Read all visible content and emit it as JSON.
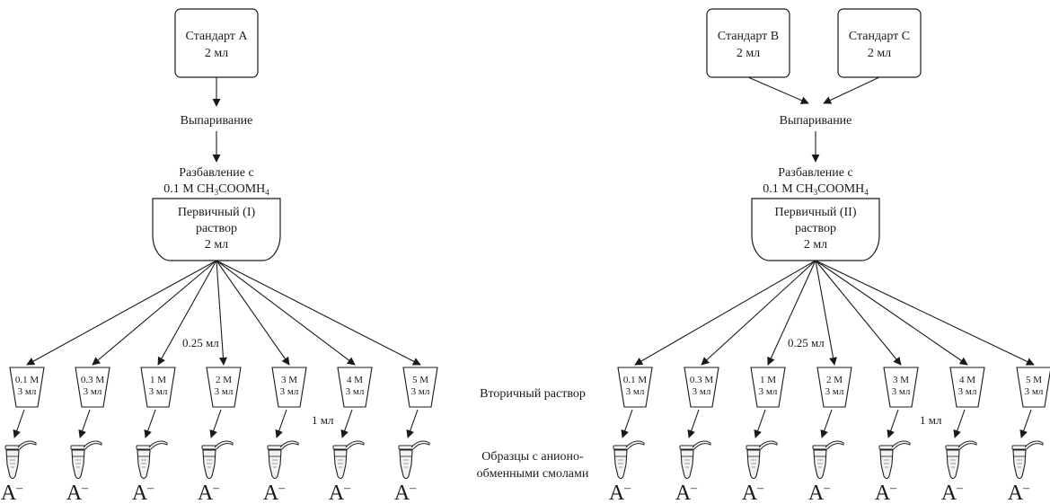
{
  "left": {
    "standards": [
      {
        "name": "Стандарт А",
        "volume": "2 мл"
      }
    ],
    "evaporation": "Выпаривание",
    "dilution": {
      "line1": "Разбавление с",
      "line2_prefix": "0.1 М CH",
      "sub1": "3",
      "line2_mid": "COOMH",
      "sub2": "4"
    },
    "primary": {
      "line1": "Первичный (I)",
      "line2": "раствор",
      "line3": "2 мл"
    },
    "transfer_label": "0.25 мл",
    "aliquot_label": "1 мл",
    "vials": [
      {
        "conc": "0.1 М",
        "volume": "3 мл"
      },
      {
        "conc": "0.3 М",
        "volume": "3 мл"
      },
      {
        "conc": "1 М",
        "volume": "3 мл"
      },
      {
        "conc": "2 М",
        "volume": "3 мл"
      },
      {
        "conc": "3 М",
        "volume": "3 мл"
      },
      {
        "conc": "4 М",
        "volume": "3 мл"
      },
      {
        "conc": "5 М",
        "volume": "3 мл"
      }
    ],
    "anion_label": "A",
    "anion_sup": "–"
  },
  "right": {
    "standards": [
      {
        "name": "Стандарт B",
        "volume": "2 мл"
      },
      {
        "name": "Стандарт С",
        "volume": "2 мл"
      }
    ],
    "evaporation": "Выпаривание",
    "dilution": {
      "line1": "Разбавление с",
      "line2_prefix": "0.1 М CH",
      "sub1": "3",
      "line2_mid": "COOMH",
      "sub2": "4"
    },
    "primary": {
      "line1": "Первичный (II)",
      "line2": "раствор",
      "line3": "2 мл"
    },
    "transfer_label": "0.25 мл",
    "aliquot_label": "1 мл",
    "vials": [
      {
        "conc": "0.1 М",
        "volume": "3 мл"
      },
      {
        "conc": "0.3 М",
        "volume": "3 мл"
      },
      {
        "conc": "1 М",
        "volume": "3 мл"
      },
      {
        "conc": "2 М",
        "volume": "3 мл"
      },
      {
        "conc": "3 М",
        "volume": "3 мл"
      },
      {
        "conc": "4 М",
        "volume": "3 мл"
      },
      {
        "conc": "5 М",
        "volume": "3 мл"
      }
    ],
    "anion_label": "A",
    "anion_sup": "–"
  },
  "side_labels": {
    "secondary": "Вторичный раствор",
    "samples_line1": "Образцы с анионо-",
    "samples_line2": "обменными смолами"
  }
}
